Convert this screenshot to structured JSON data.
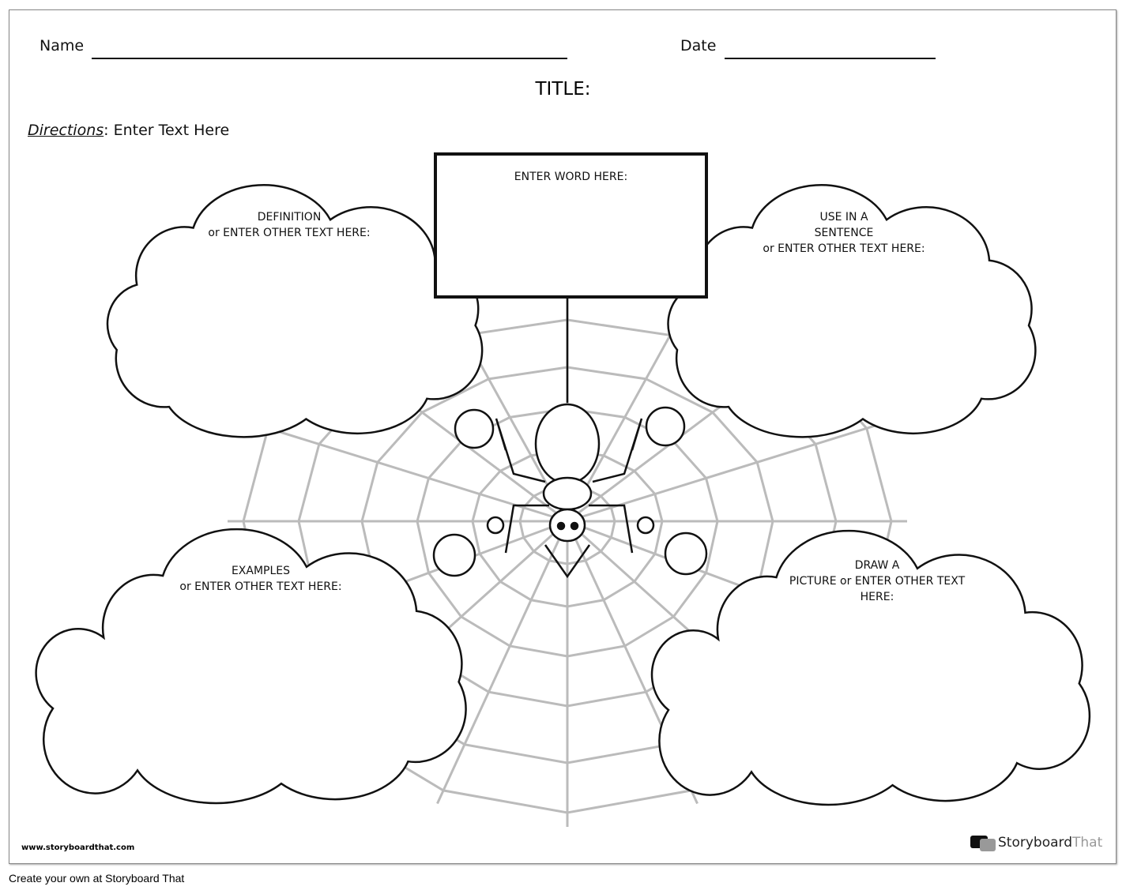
{
  "header": {
    "name_label": "Name",
    "date_label": "Date",
    "title": "TITLE:"
  },
  "directions": {
    "label": "Directions",
    "text": ": Enter Text Here"
  },
  "center_box": {
    "text": "ENTER WORD HERE:"
  },
  "clouds": {
    "top_left": {
      "line1": "DEFINITION",
      "line2": "or ENTER OTHER TEXT HERE:"
    },
    "top_right": {
      "line1": "USE IN A",
      "line2": "SENTENCE",
      "line3": "or ENTER OTHER TEXT HERE:"
    },
    "bottom_left": {
      "line1": "EXAMPLES",
      "line2": "or ENTER OTHER TEXT HERE:"
    },
    "bottom_right": {
      "line1": "DRAW A",
      "line2": "PICTURE or ENTER OTHER TEXT",
      "line3": "HERE:"
    }
  },
  "footer": {
    "url": "www.storyboardthat.com",
    "logo_dark": "Storyboard",
    "logo_light": "That",
    "caption": "Create your own at Storyboard That"
  }
}
